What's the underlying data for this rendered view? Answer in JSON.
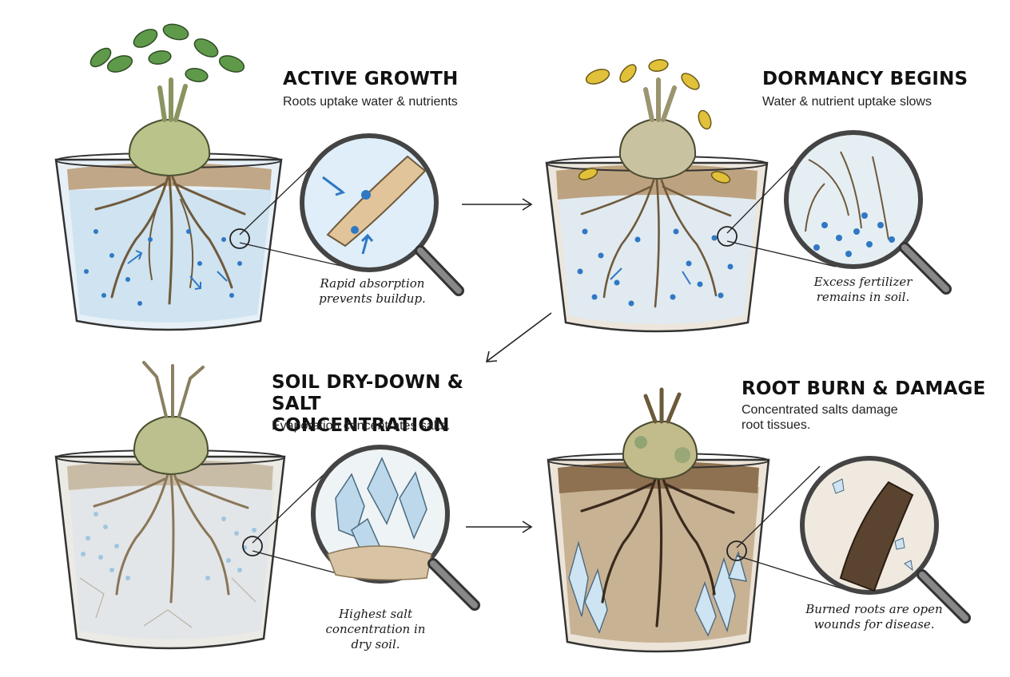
{
  "stages": [
    {
      "title": "ACTIVE GROWTH",
      "subtitle": "Roots uptake water & nutrients",
      "note": [
        "Rapid absorption",
        "prevents buildup."
      ]
    },
    {
      "title": "DORMANCY BEGINS",
      "subtitle": "Water & nutrient uptake slows",
      "note": [
        "Excess fertilizer",
        "remains in soil."
      ]
    },
    {
      "title": "SOIL DRY-DOWN & SALT CONCENTRATION",
      "title_lines": [
        "SOIL DRY-DOWN &",
        "SALT CONCENTRATION"
      ],
      "subtitle": "Evaporation concentrates salts.",
      "note": [
        "Highest salt",
        "concentration in",
        "dry soil."
      ]
    },
    {
      "title": "ROOT BURN & DAMAGE",
      "subtitle": "Concentrated salts damage root tissues.",
      "subtitle_lines": [
        "Concentrated salts damage",
        "root tissues."
      ],
      "note": [
        "Burned roots are open",
        "wounds for disease."
      ]
    }
  ],
  "colors": {
    "water": "#cfe3f0",
    "nutrient_dot": "#2f78c4",
    "leaf_green": "#5f9a4a",
    "leaf_yellow": "#e2c13a",
    "caudex": "#b9c38a",
    "soil_brown": "#b89a74",
    "salt_crystal": "#bcd8ea",
    "burn_dark": "#3a2a1c"
  },
  "icons": [
    "magnifier-icon",
    "arrow-right-icon",
    "arrow-down-left-icon"
  ]
}
